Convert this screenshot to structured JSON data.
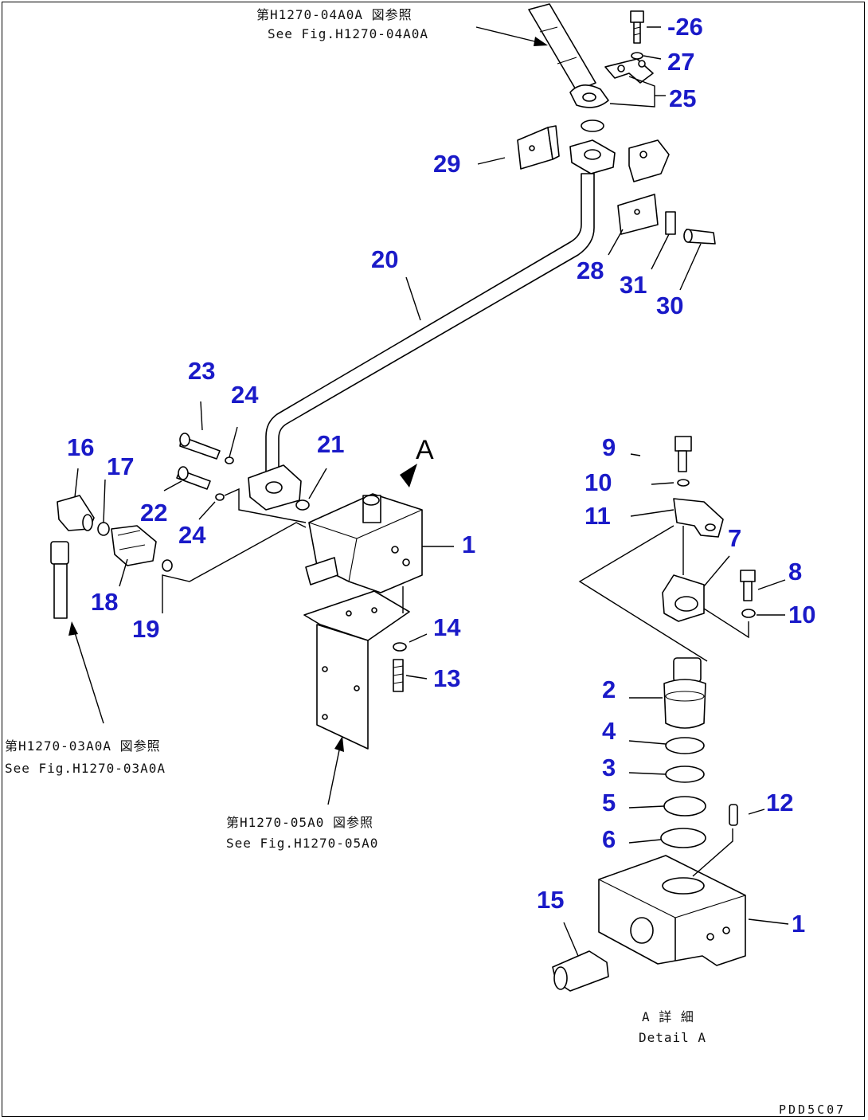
{
  "callouts": {
    "c1a": "1",
    "c1b": "1",
    "c2": "2",
    "c3": "3",
    "c4": "4",
    "c5": "5",
    "c6": "6",
    "c7": "7",
    "c8": "8",
    "c9": "9",
    "c10a": "10",
    "c10b": "10",
    "c11": "11",
    "c12": "12",
    "c13": "13",
    "c14": "14",
    "c15": "15",
    "c16": "16",
    "c17": "17",
    "c18": "18",
    "c19": "19",
    "c20": "20",
    "c21": "21",
    "c22": "22",
    "c23": "23",
    "c24a": "24",
    "c24b": "24",
    "c25": "25",
    "c26": "-26",
    "c27": "27",
    "c28": "28",
    "c29": "29",
    "c30": "30",
    "c31": "31"
  },
  "view_label": "A",
  "references": {
    "top_jp": "第H1270-04A0A 図参照",
    "top_en": "See Fig.H1270-04A0A",
    "left_jp": "第H1270-03A0A 図参照",
    "left_en": "See Fig.H1270-03A0A",
    "mid_jp": "第H1270-05A0 図参照",
    "mid_en": "See Fig.H1270-05A0"
  },
  "detail": {
    "jp": "A 詳 細",
    "en": "Detail A"
  },
  "drawing_code": "PDD5C07"
}
